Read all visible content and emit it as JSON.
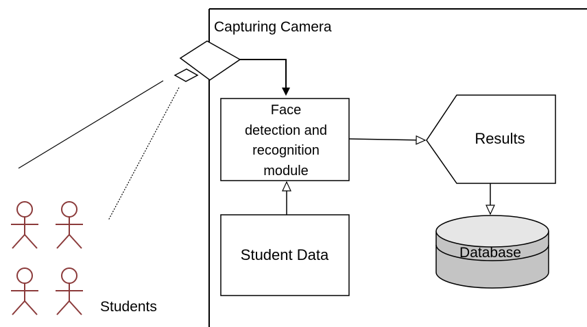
{
  "diagram": {
    "camera_label": "Capturing Camera",
    "module_label_lines": [
      "Face",
      "detection and",
      "recognition",
      "module"
    ],
    "results_label": "Results",
    "student_data_label": "Student Data",
    "database_label": "Database",
    "students_label": "Students"
  },
  "colors": {
    "line": "#000000",
    "actor": "#8b3a3a",
    "database_top": "#e6e6e6",
    "database_body": "#c4c4c4",
    "background": "#ffffff"
  },
  "icons": {
    "camera": "camera-icon",
    "student": "stick-figure-icon",
    "database": "database-cylinder-icon"
  }
}
